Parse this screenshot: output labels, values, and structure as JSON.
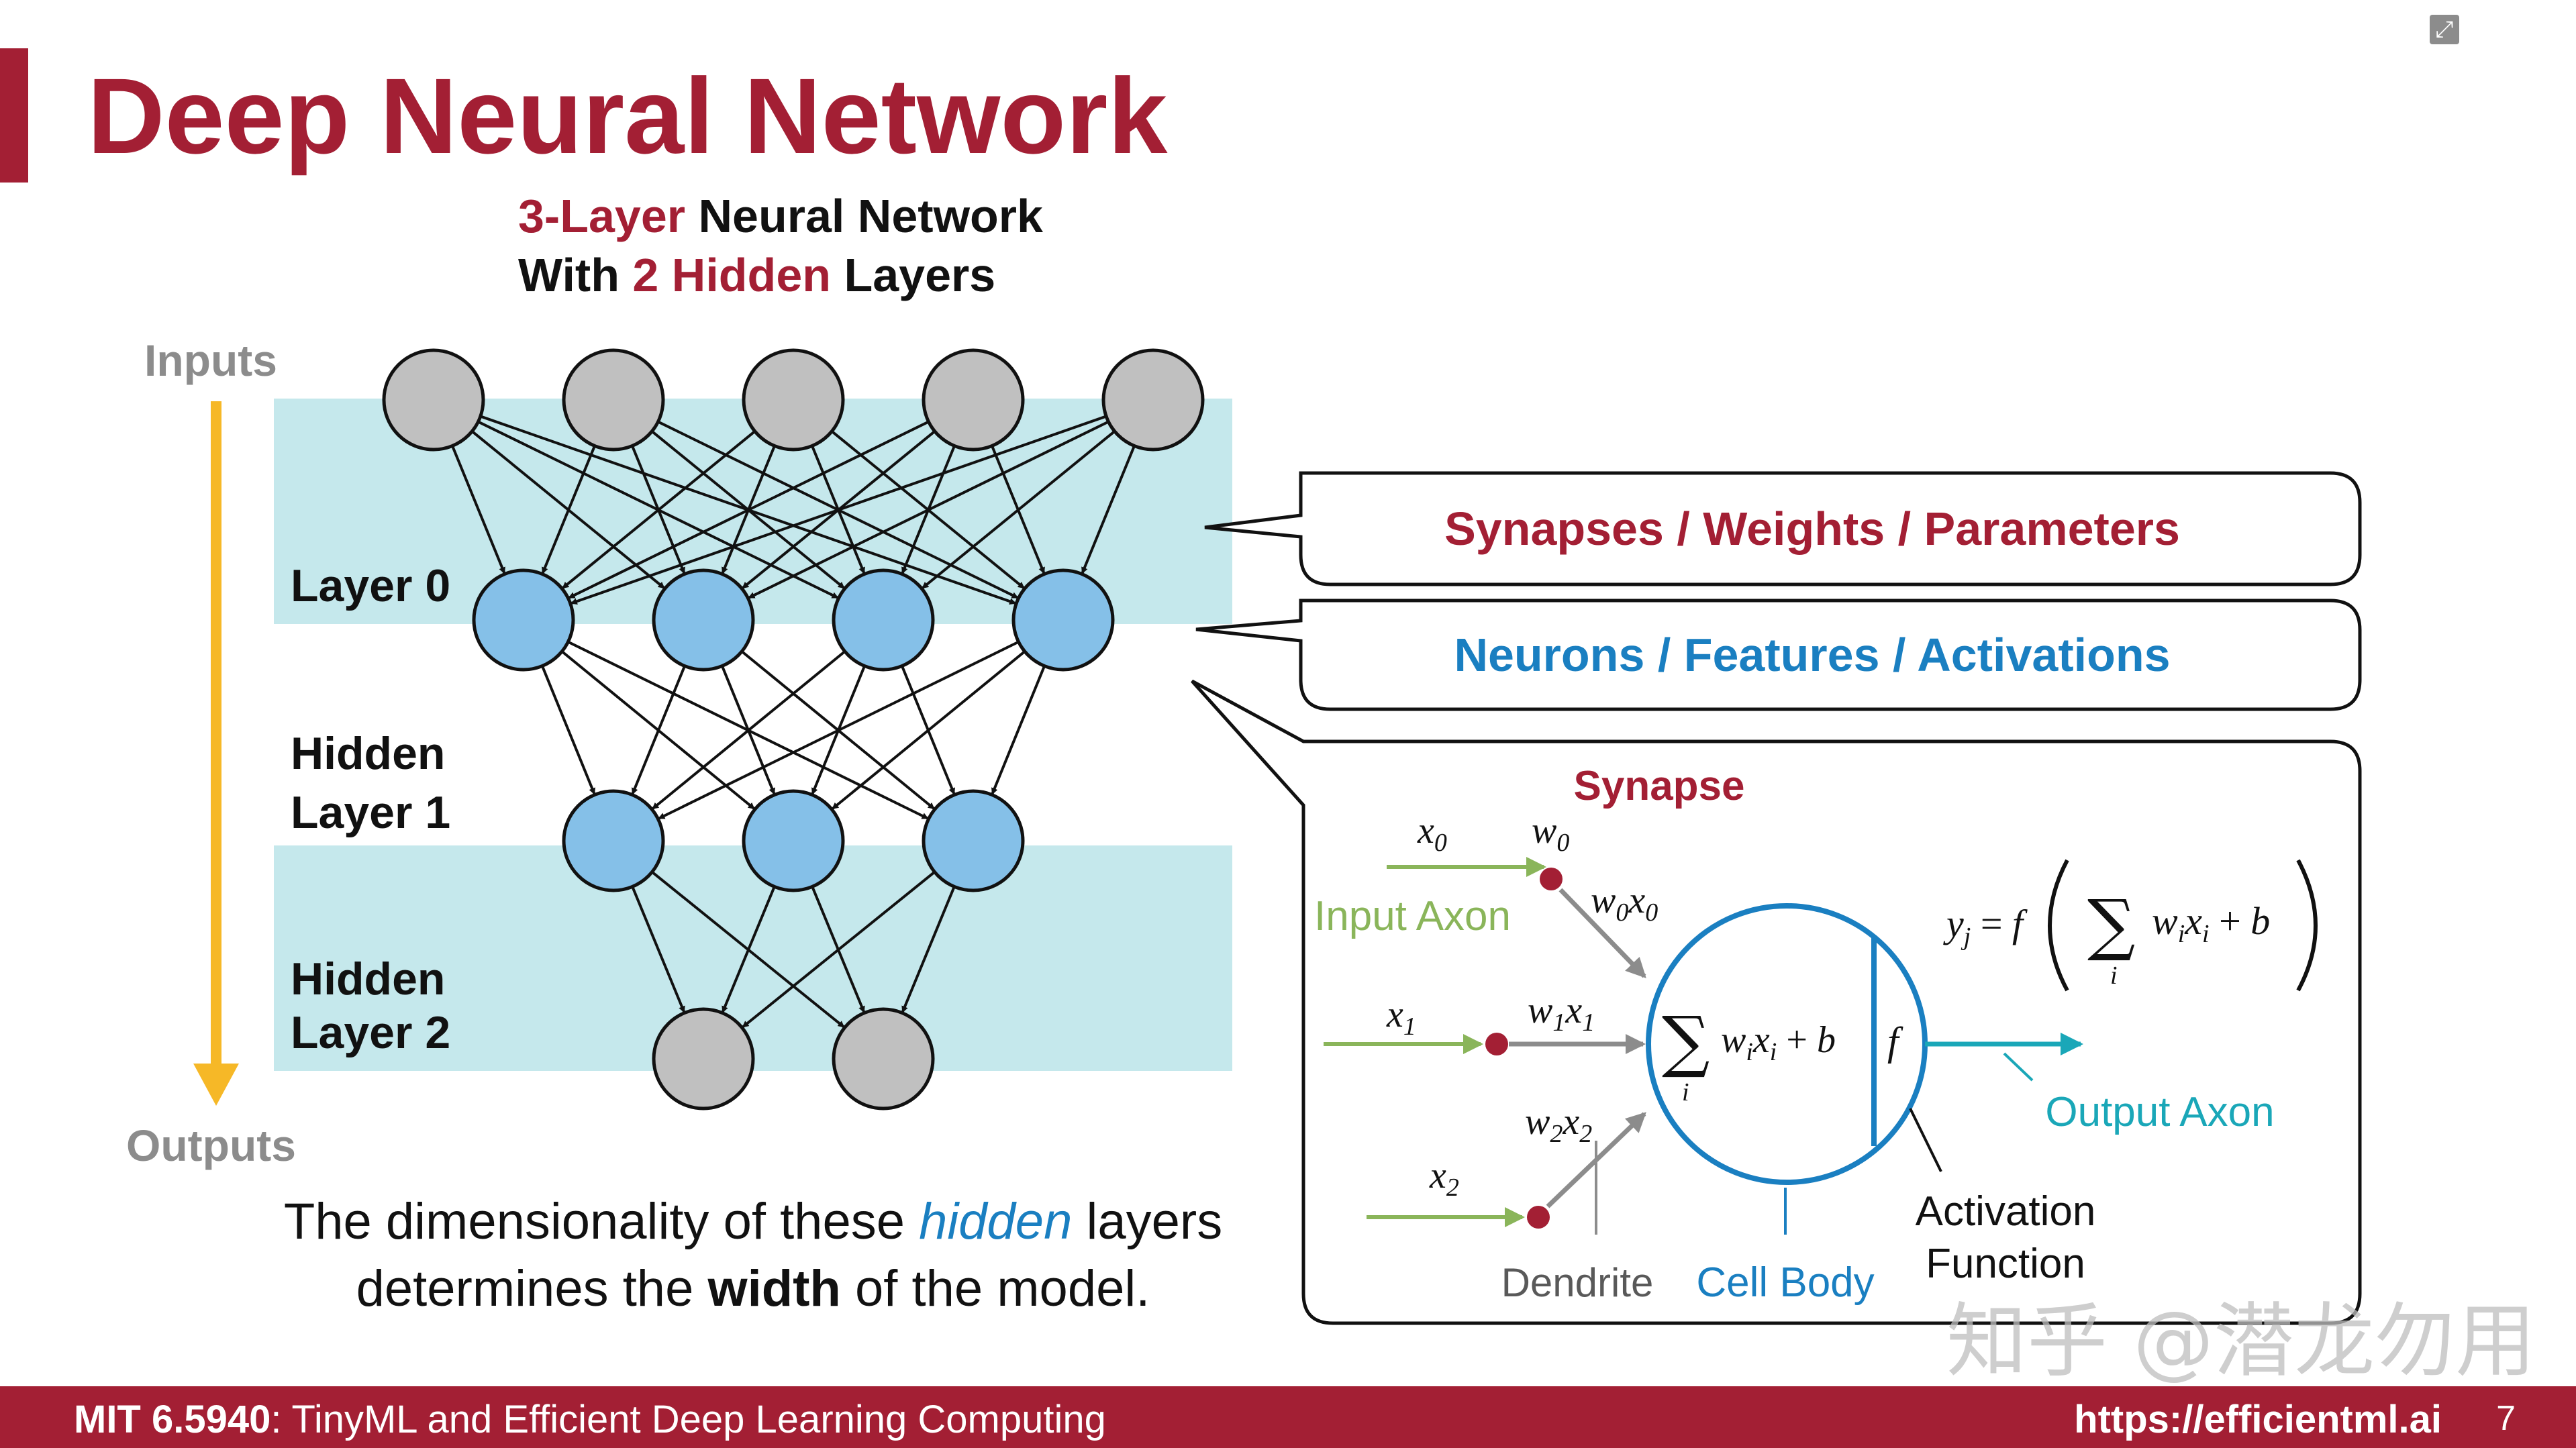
{
  "slide": {
    "title": "Deep Neural Network",
    "subtitle": {
      "line1_accent": "3-Layer",
      "line1_rest": " Neural Network",
      "line2_start": "With ",
      "line2_accent": "2 Hidden",
      "line2_end": " Layers"
    },
    "inputs_label": "Inputs",
    "outputs_label": "Outputs",
    "layer_labels": [
      "Layer 0",
      "Hidden",
      "Layer 1",
      "Hidden",
      "Layer 2"
    ],
    "caption": {
      "line1_start": "The dimensionality of these ",
      "line1_em": "hidden",
      "line1_end": " layers",
      "line2_start": "determines the ",
      "line2_bold": "width",
      "line2_end": " of the model."
    },
    "callouts": {
      "synapses": "Synapses / Weights / Parameters",
      "neurons": "Neurons / Features / Activations"
    },
    "neuron": {
      "synapse_label": "Synapse",
      "input_axon": "Input Axon",
      "output_axon": "Output Axon",
      "dendrite": "Dendrite",
      "cell_body": "Cell Body",
      "activation_line1": "Activation",
      "activation_line2": "Function",
      "f": "f"
    },
    "watermark": "知乎 @潜龙勿用",
    "expand_icon": "expand-icon"
  },
  "footer": {
    "course_code": "MIT 6.5940",
    "course_name": ": TinyML and Efficient Deep Learning Computing",
    "url": "https://efficientml.ai",
    "page_number": "7"
  },
  "colors": {
    "brand": "#a31f34",
    "blue_text": "#1a7fc1",
    "teal": "#1aa7b8",
    "band": "#c5e8ec",
    "node_gray": "#c0c0c0",
    "node_blue": "#85c0e8",
    "arrow_orange": "#f6b827",
    "green": "#8ab55a",
    "dot_red": "#a31f34",
    "gray_text": "#8c8c8c"
  },
  "network": {
    "layer_sizes": [
      5,
      4,
      3,
      2
    ],
    "layer_kinds": [
      "input",
      "hidden",
      "hidden",
      "output"
    ]
  }
}
